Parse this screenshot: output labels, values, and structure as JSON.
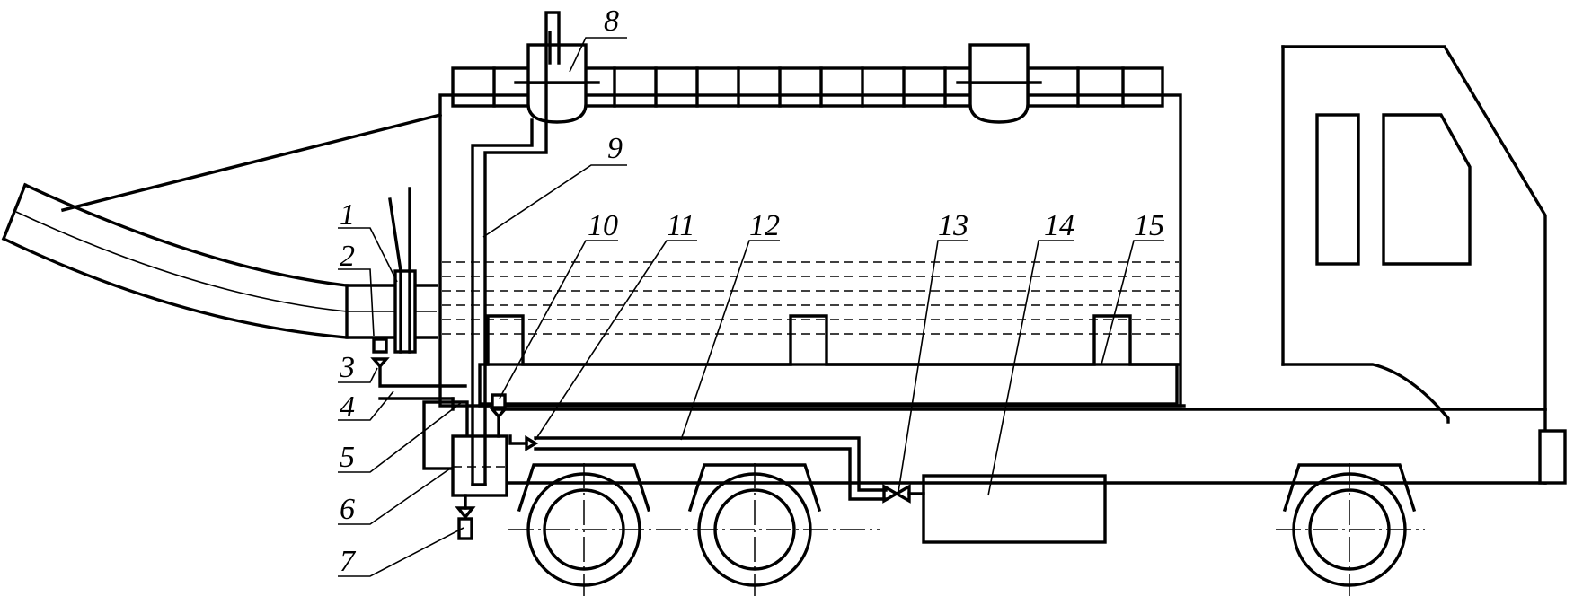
{
  "callouts": [
    {
      "id": 1,
      "text": "1"
    },
    {
      "id": 2,
      "text": "2"
    },
    {
      "id": 3,
      "text": "3"
    },
    {
      "id": 4,
      "text": "4"
    },
    {
      "id": 5,
      "text": "5"
    },
    {
      "id": 6,
      "text": "6"
    },
    {
      "id": 7,
      "text": "7"
    },
    {
      "id": 8,
      "text": "8"
    },
    {
      "id": 9,
      "text": "9"
    },
    {
      "id": 10,
      "text": "10"
    },
    {
      "id": 11,
      "text": "11"
    },
    {
      "id": 12,
      "text": "12"
    },
    {
      "id": 13,
      "text": "13"
    },
    {
      "id": 14,
      "text": "14"
    },
    {
      "id": 15,
      "text": "15"
    }
  ]
}
